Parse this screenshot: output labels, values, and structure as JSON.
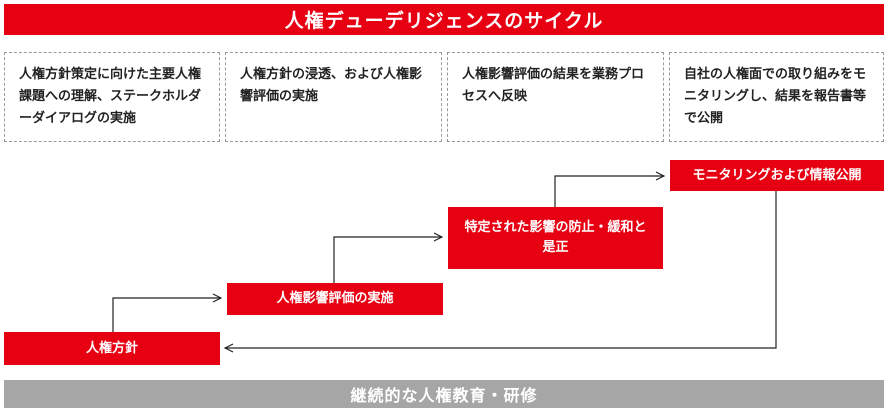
{
  "title": "人権デューデリジェンスのサイクル",
  "descriptions": [
    "人権方針策定に向けた主要人権課題への理解、ステークホルダーダイアログの実施",
    "人権方針の浸透、および人権影響評価の実施",
    "人権影響評価の結果を業務プロセスへ反映",
    "自社の人権面での取り組みをモニタリングし、結果を報告書等で公開"
  ],
  "steps": [
    "人権方針",
    "人権影響評価の実施",
    "特定された影響の防止・緩和と是正",
    "モニタリングおよび情報公開"
  ],
  "footer": "継続的な人権教育・研修",
  "colors": {
    "accent": "#e60012",
    "footer": "#a6a6a6",
    "border": "#9a9a9a"
  }
}
